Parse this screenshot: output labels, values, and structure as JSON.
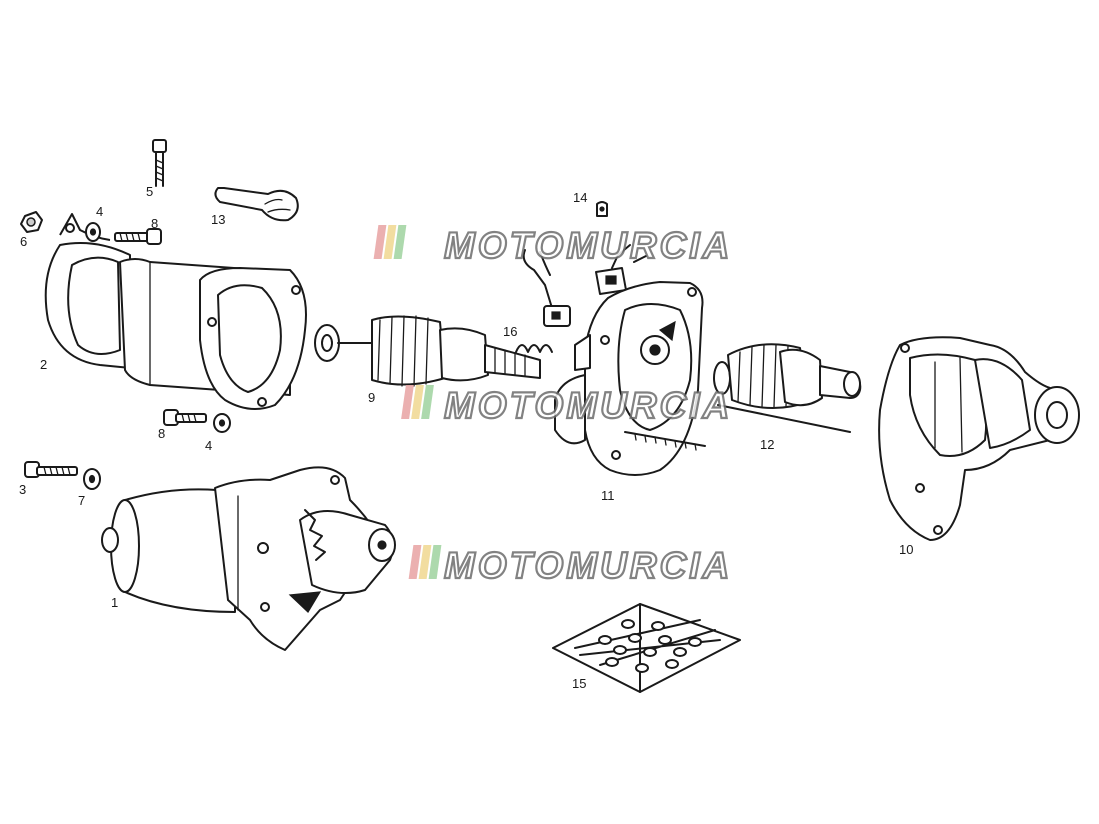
{
  "diagram": {
    "part_labels": [
      {
        "id": "1",
        "text": "1"
      },
      {
        "id": "2",
        "text": "2"
      },
      {
        "id": "3",
        "text": "3"
      },
      {
        "id": "4a",
        "text": "4"
      },
      {
        "id": "4b",
        "text": "4"
      },
      {
        "id": "5",
        "text": "5"
      },
      {
        "id": "6",
        "text": "6"
      },
      {
        "id": "7",
        "text": "7"
      },
      {
        "id": "8a",
        "text": "8"
      },
      {
        "id": "8b",
        "text": "8"
      },
      {
        "id": "9",
        "text": "9"
      },
      {
        "id": "10",
        "text": "10"
      },
      {
        "id": "11",
        "text": "11"
      },
      {
        "id": "12",
        "text": "12"
      },
      {
        "id": "13",
        "text": "13"
      },
      {
        "id": "14",
        "text": "14"
      },
      {
        "id": "15",
        "text": "15"
      },
      {
        "id": "16",
        "text": "16"
      }
    ],
    "watermark": {
      "text": "MOTOMURCIA",
      "stripe_colors": [
        "#e8a3a3",
        "#f0d890",
        "#9fd39f"
      ]
    }
  }
}
